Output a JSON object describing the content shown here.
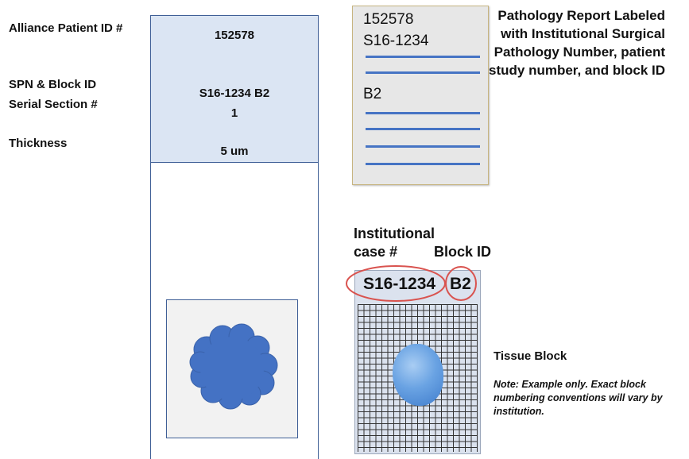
{
  "labels": {
    "patient_id": "Alliance Patient ID #",
    "spn_block": "SPN & Block ID",
    "serial_section": "Serial Section #",
    "thickness": "Thickness"
  },
  "slide": {
    "patient_id": "152578",
    "spn_block": "S16-1234 B2",
    "serial_section": "1",
    "thickness": "5 um"
  },
  "report": {
    "line1": "152578",
    "line2": "S16-1234",
    "line3": "B2",
    "description": "Pathology Report Labeled with Institutional Surgical Pathology Number, patient study number, and block ID"
  },
  "block": {
    "case_label_1": "Institutional",
    "case_label_2": "case #",
    "block_id_label": "Block ID",
    "case_number": "S16-1234",
    "block_id": "B2",
    "tissue_block_label": "Tissue Block",
    "note": "Note:  Example only. Exact block numbering conventions will vary by institution."
  },
  "colors": {
    "slide_label_bg": "#dbe5f3",
    "report_line": "#4674c4",
    "tissue": "#4472c4",
    "circle": "#d9534f"
  }
}
